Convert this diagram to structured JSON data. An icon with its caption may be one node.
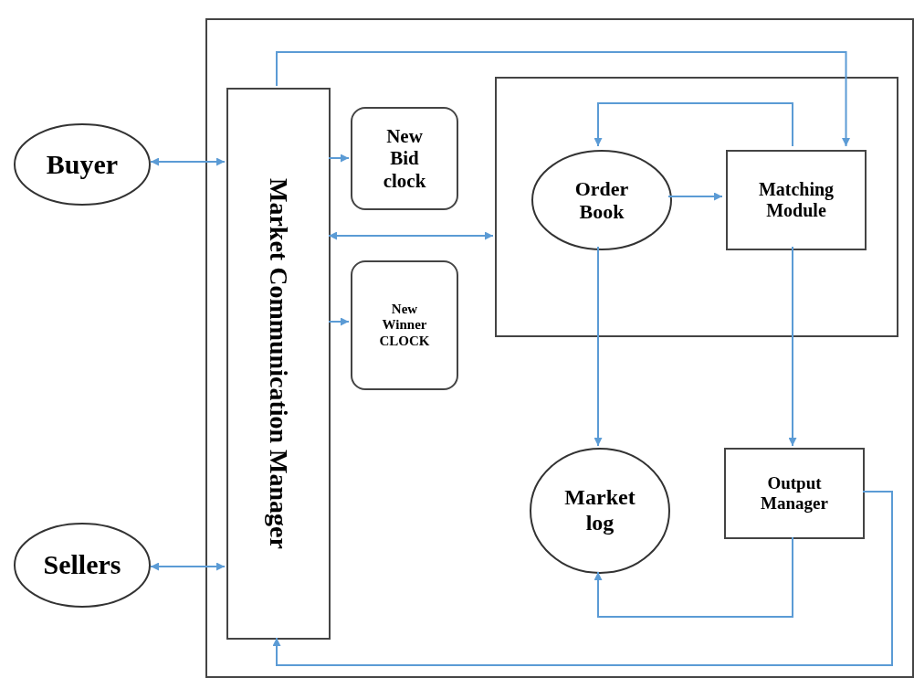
{
  "diagram": {
    "nodes": [
      {
        "text": [],
        "shape": "box"
      },
      {
        "text": [
          "Buyer"
        ]
      },
      {
        "text": [
          "Sellers"
        ]
      },
      {
        "text": [
          "Market Communication Manager"
        ],
        "in": 0
      },
      {
        "text": [
          "New Bid clock"
        ],
        "in": 0
      },
      {
        "text": [
          "New Winner CLOCK"
        ],
        "in": 0
      },
      {
        "text": [],
        "shape": "box",
        "in": 0
      },
      {
        "text": [
          "Order Book"
        ],
        "in": 6
      },
      {
        "text": [
          "Matching Module"
        ],
        "in": 6
      },
      {
        "text": [
          "Market log"
        ],
        "in": 0
      },
      {
        "text": [
          "Output Manager"
        ],
        "in": 0
      }
    ],
    "edges": [
      {
        "from": 1,
        "to": 3,
        "arrow": "both"
      },
      {
        "from": 2,
        "to": 3,
        "arrow": "both"
      },
      {
        "from": 3,
        "to": 4,
        "arrow": "to"
      },
      {
        "from": 3,
        "to": 5,
        "arrow": "to"
      },
      {
        "from": 3,
        "to": 6,
        "arrow": "both"
      },
      {
        "from": 3,
        "to": 8,
        "arrow": "to"
      },
      {
        "from": 8,
        "to": 7,
        "arrow": "to"
      },
      {
        "from": 7,
        "to": 8,
        "arrow": "to"
      },
      {
        "from": 7,
        "to": 9,
        "arrow": "to"
      },
      {
        "from": 8,
        "to": 10,
        "arrow": "to"
      },
      {
        "from": 10,
        "to": 9,
        "arrow": "to"
      },
      {
        "from": 10,
        "to": 3,
        "arrow": "to"
      }
    ]
  }
}
